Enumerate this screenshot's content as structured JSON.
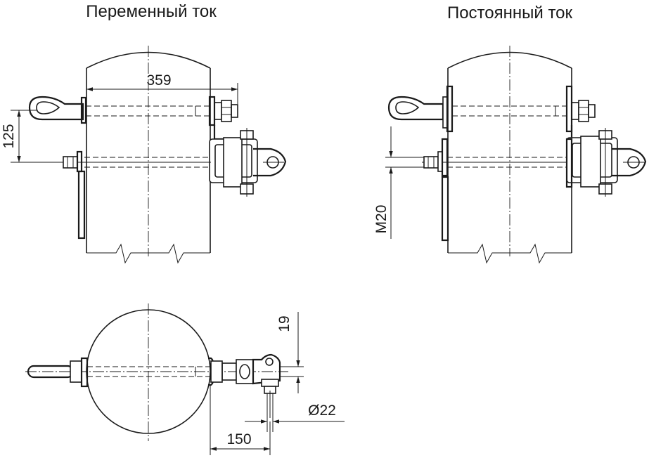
{
  "titles": {
    "ac": "Переменный ток",
    "dc": "Постоянный ток"
  },
  "dimensions": {
    "width_359": "359",
    "height_125": "125",
    "thread_m20": "M20",
    "gap_19": "19",
    "diameter_22": "Ø22",
    "offset_150": "150"
  }
}
